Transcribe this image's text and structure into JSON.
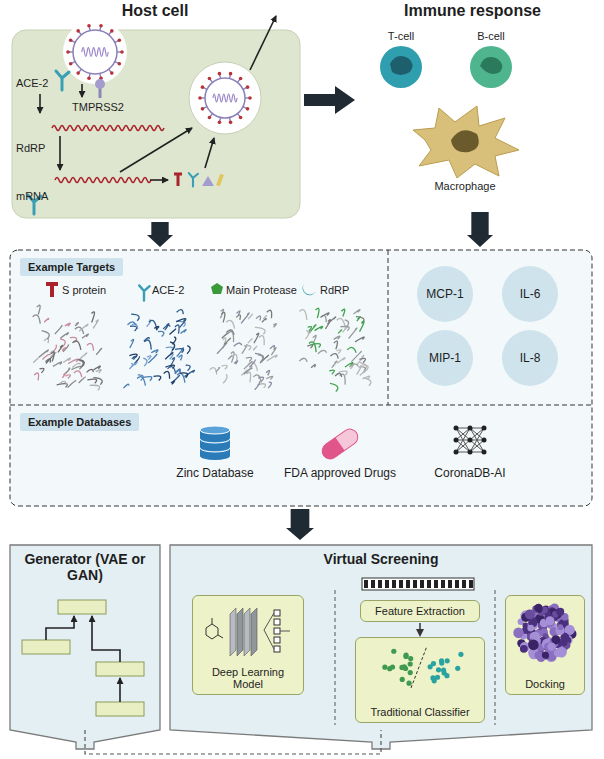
{
  "diagram": {
    "nodes": [
      {
        "text": [
          "Host cell"
        ]
      },
      {
        "text": [
          "Immune response"
        ]
      },
      {
        "text": [
          "T-cell"
        ],
        "in": 1
      },
      {
        "text": [
          "B-cell"
        ],
        "in": 1
      },
      {
        "text": [
          "Macrophage"
        ],
        "in": 1
      },
      {
        "text": [
          "Example Targets"
        ]
      },
      {
        "text": [
          "MCP-1"
        ]
      },
      {
        "text": [
          "IL-6"
        ]
      },
      {
        "text": [
          "MIP-1"
        ]
      },
      {
        "text": [
          "IL-8"
        ]
      },
      {
        "text": [
          "Example Databases"
        ]
      },
      {
        "text": [
          "Generator (VAE or GAN)"
        ]
      },
      {
        "text": [
          "Virtual Screening"
        ]
      },
      {
        "text": [
          "Deep Learning Model"
        ],
        "in": 12
      },
      {
        "text": [
          "Feature Extraction"
        ],
        "in": 12
      },
      {
        "text": [
          "Traditional Classifier"
        ],
        "in": 12
      },
      {
        "text": [
          "Docking"
        ],
        "in": 12
      }
    ],
    "edges": [
      {
        "from": 0,
        "to": 1,
        "arrow": "to"
      },
      {
        "from": 14,
        "to": 15,
        "arrow": "to"
      },
      {
        "from": 11,
        "to": 12,
        "arrow": "none"
      }
    ],
    "labels": [
      "ACE-2",
      "TMPRSS2",
      "RdRP",
      "mRNA",
      "S protein",
      "ACE-2",
      "Main Protease",
      "RdRP",
      "Zinc Database",
      "FDA approved Drugs",
      "CoronaDB-AI"
    ]
  }
}
